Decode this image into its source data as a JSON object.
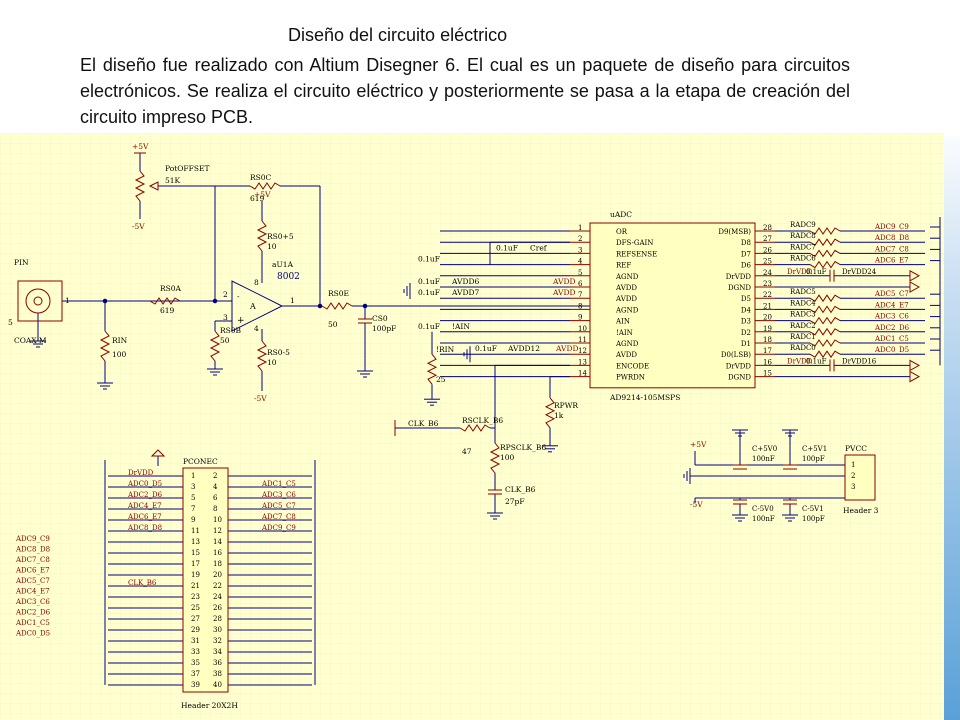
{
  "slide": {
    "title": "Diseño del circuito eléctrico",
    "paragraph": "El diseño  fue realizado con Altium Disegner 6. El cual es un paquete de diseño para circuitos electrónicos. Se realiza el circuito eléctrico y posteriormente se pasa a la etapa de creación del circuito impreso PCB."
  },
  "schematic": {
    "input": {
      "name": "PIN",
      "type": "COAX-M"
    },
    "rin": {
      "name": "RIN",
      "value": "100"
    },
    "pot": {
      "supply": "+5V",
      "name": "PotOFFSET",
      "value": "51K",
      "neg": "-5V"
    },
    "rs0c": {
      "name": "RS0C",
      "value": "619"
    },
    "rs0a": {
      "name": "RS0A",
      "value": "619"
    },
    "rs0b": {
      "name": "RS0B",
      "value": "50"
    },
    "opamp": {
      "name": "aU1A",
      "part": "8002",
      "label": "A",
      "supply_pos": "+5V",
      "supply_neg": "-5V",
      "rpos": "RS0+5",
      "rpos_v": "10",
      "rneg": "RS0-5",
      "rneg_v": "10"
    },
    "rs0e": {
      "name": "RS0E",
      "value": "50"
    },
    "cs0": {
      "name": "CS0",
      "value": "100pF"
    },
    "rin2": {
      "name": "!RIN",
      "value": "25"
    },
    "caps": [
      "0.1uF",
      "0.1uF",
      "0.1uF",
      "0.1uF",
      "0.1uF",
      "Cref"
    ],
    "avdd_labels": [
      "AVDD6",
      "AVDD7",
      "!AIN",
      "AVDD12"
    ],
    "avdd": "AVDD",
    "adc": {
      "name": "uADC",
      "part": "AD9214-105MSPS",
      "left_pins": [
        {
          "num": "1",
          "name": "OR"
        },
        {
          "num": "2",
          "name": "DFS-GAIN"
        },
        {
          "num": "3",
          "name": "REFSENSE"
        },
        {
          "num": "4",
          "name": "REF"
        },
        {
          "num": "5",
          "name": "AGND"
        },
        {
          "num": "6",
          "name": "AVDD"
        },
        {
          "num": "7",
          "name": "AVDD"
        },
        {
          "num": "8",
          "name": "AGND"
        },
        {
          "num": "9",
          "name": "AIN"
        },
        {
          "num": "10",
          "name": "!AIN"
        },
        {
          "num": "11",
          "name": "AGND"
        },
        {
          "num": "12",
          "name": "AVDD"
        },
        {
          "num": "13",
          "name": "ENCODE"
        },
        {
          "num": "14",
          "name": "PWRDN"
        }
      ],
      "right_pins": [
        {
          "num": "28",
          "name": "D9(MSB)"
        },
        {
          "num": "27",
          "name": "D8"
        },
        {
          "num": "26",
          "name": "D7"
        },
        {
          "num": "25",
          "name": "D6"
        },
        {
          "num": "24",
          "name": "DrVDD"
        },
        {
          "num": "23",
          "name": "DGND"
        },
        {
          "num": "22",
          "name": "D5"
        },
        {
          "num": "21",
          "name": "D4"
        },
        {
          "num": "20",
          "name": "D3"
        },
        {
          "num": "19",
          "name": "D2"
        },
        {
          "num": "18",
          "name": "D1"
        },
        {
          "num": "17",
          "name": "D0(LSB)"
        },
        {
          "num": "16",
          "name": "DrVDD"
        },
        {
          "num": "15",
          "name": "DGND"
        }
      ]
    },
    "radc": [
      "RADC9",
      "RADC8",
      "RADC7",
      "RADC6",
      "RADC5",
      "RADC4",
      "RADC3",
      "RADC2",
      "RADC1",
      "RADC0"
    ],
    "adc_nets": [
      "ADC9_C9",
      "ADC8_D8",
      "ADC7_C8",
      "ADC6_E7",
      "ADC5_C7",
      "ADC4_E7",
      "ADC3_C6",
      "ADC2_D6",
      "ADC1_C5",
      "ADC0_D5"
    ],
    "drvdd": {
      "net": "DrVDD",
      "cap": "0.1uF",
      "label24": "DrVDD24",
      "label16": "DrVDD16"
    },
    "rpwr": {
      "name": "RPWR",
      "value": "1k"
    },
    "clk": {
      "net": "CLK_B6",
      "r1": "RSCLK_B6",
      "r1v": "47",
      "r2": "RPSCLK_B6",
      "r2v": "100",
      "c": "CLK_B6",
      "cv": "27pF"
    },
    "pconec": {
      "name": "PCONEC",
      "part": "Header 20X2H",
      "left_nums": [
        "1",
        "3",
        "5",
        "7",
        "9",
        "11",
        "13",
        "15",
        "17",
        "19",
        "21",
        "23",
        "25",
        "27",
        "29",
        "31",
        "33",
        "35",
        "37",
        "39"
      ],
      "right_nums": [
        "2",
        "4",
        "6",
        "8",
        "10",
        "12",
        "14",
        "16",
        "18",
        "20",
        "22",
        "24",
        "26",
        "28",
        "30",
        "32",
        "34",
        "36",
        "38",
        "40"
      ],
      "left_nets": [
        "DrVDD",
        "ADC0_D5",
        "ADC2_D6",
        "ADC4_E7",
        "ADC6_E7",
        "ADC8_D8",
        "",
        "",
        "",
        "",
        "CLK_B6"
      ],
      "right_nets": [
        "ADC1_C5",
        "ADC3_C6",
        "ADC5_C7",
        "ADC7_C8",
        "ADC9_C9"
      ]
    },
    "left_list": [
      "ADC9_C9",
      "ADC8_D8",
      "ADC7_C8",
      "ADC6_E7",
      "ADC5_C7",
      "ADC4_E7",
      "ADC3_C6",
      "ADC2_D6",
      "ADC1_C5",
      "ADC0_D5"
    ],
    "pvcc": {
      "name": "PVCC",
      "part": "Header 3",
      "pins": [
        "1",
        "2",
        "3"
      ],
      "pos": "+5V",
      "neg": "-5V",
      "caps": [
        {
          "name": "C+5V0",
          "value": "100nF"
        },
        {
          "name": "C+5V1",
          "value": "100pF"
        },
        {
          "name": "C-5V0",
          "value": "100nF"
        },
        {
          "name": "C-5V1",
          "value": "100pF"
        }
      ]
    }
  }
}
